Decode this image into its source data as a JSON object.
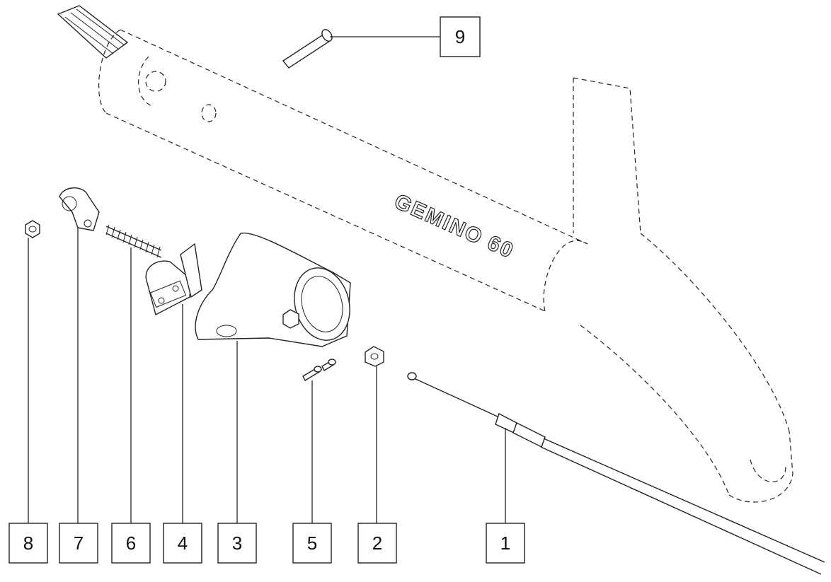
{
  "diagram": {
    "frame_brand_text": "GEMINO 60",
    "callouts": [
      {
        "id": "c9",
        "label": "9"
      },
      {
        "id": "c8",
        "label": "8"
      },
      {
        "id": "c7",
        "label": "7"
      },
      {
        "id": "c6",
        "label": "6"
      },
      {
        "id": "c4",
        "label": "4"
      },
      {
        "id": "c3",
        "label": "3"
      },
      {
        "id": "c5",
        "label": "5"
      },
      {
        "id": "c2",
        "label": "2"
      },
      {
        "id": "c1",
        "label": "1"
      }
    ]
  }
}
